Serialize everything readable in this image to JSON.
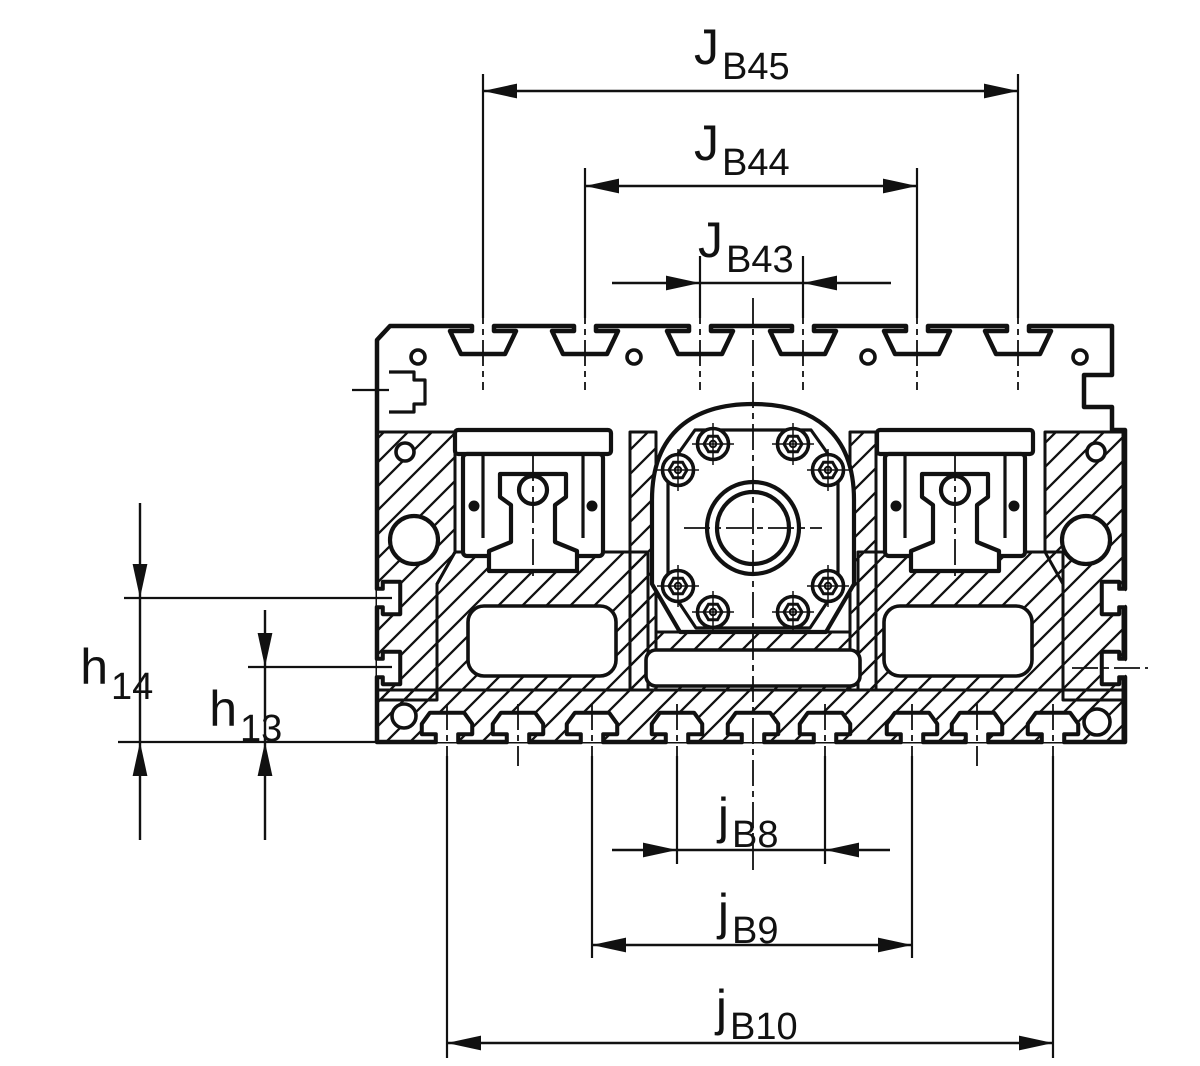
{
  "drawing": {
    "description": "Technical cross-section of an aluminium extrusion profile with two linear guide carriages and a central ball screw housing, annotated with hole-pattern and height dimensions",
    "colors": {
      "line": "#111111",
      "background": "#ffffff"
    }
  },
  "dimensions": {
    "top": [
      {
        "id": "JB45",
        "main": "J",
        "sub": "B45"
      },
      {
        "id": "JB44",
        "main": "J",
        "sub": "B44"
      },
      {
        "id": "JB43",
        "main": "J",
        "sub": "B43"
      }
    ],
    "left": [
      {
        "id": "h14",
        "main": "h",
        "sub": "14"
      },
      {
        "id": "h13",
        "main": "h",
        "sub": "13"
      }
    ],
    "bottom": [
      {
        "id": "jB8",
        "main": "j",
        "sub": "B8"
      },
      {
        "id": "jB9",
        "main": "j",
        "sub": "B9"
      },
      {
        "id": "jB10",
        "main": "j",
        "sub": "B10"
      }
    ]
  }
}
